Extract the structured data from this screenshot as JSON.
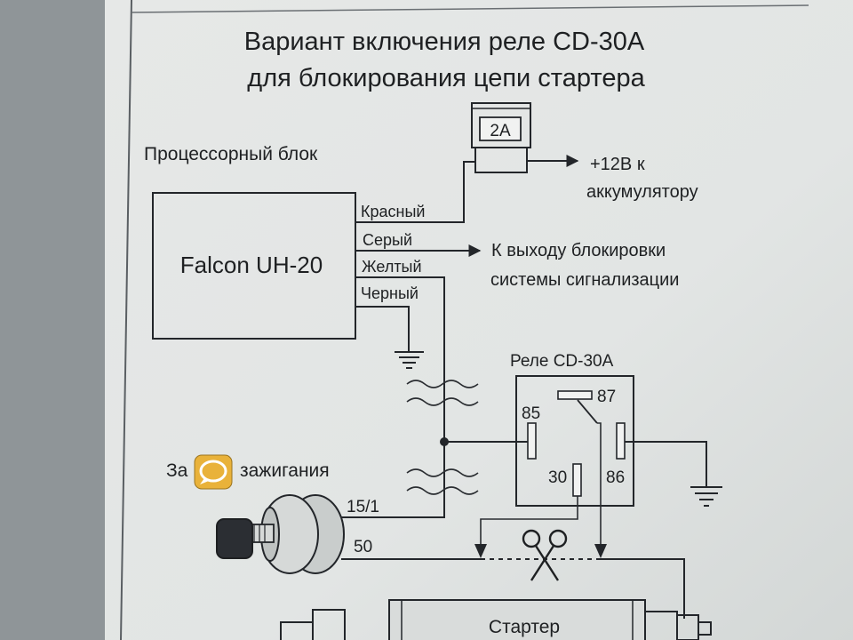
{
  "title": {
    "line1": "Вариант включения реле CD-30А",
    "line2": "для блокирования цепи стартера"
  },
  "processor_block": {
    "caption": "Процессорный блок",
    "model": "Falcon UH-20",
    "wires": {
      "red": "Красный",
      "gray": "Серый",
      "yellow": "Желтый",
      "black": "Черный"
    }
  },
  "fuse": {
    "rating": "2A"
  },
  "battery": {
    "line1": "+12В к",
    "line2": "аккумулятору"
  },
  "alarm_output": {
    "line1": "К выходу блокировки",
    "line2": "системы сигнализации"
  },
  "relay": {
    "caption": "Реле CD-30А",
    "pins": {
      "p85": "85",
      "p86": "86",
      "p87": "87",
      "p30": "30"
    }
  },
  "ignition": {
    "caption_prefix": "За",
    "caption_suffix": "зажигания",
    "terminal_151": "15/1",
    "terminal_50": "50"
  },
  "starter": {
    "label": "Стартер"
  },
  "icons": [
    "fuse-icon",
    "ground-icon",
    "scissors-icon",
    "ignition-key-icon",
    "chat-bubble-icon",
    "arrow-icon"
  ],
  "colors": {
    "paper": "#e9ebea",
    "ink": "#1e2022",
    "screen_frame": "#8f9598",
    "chat_bubble": "#e9b23a"
  }
}
